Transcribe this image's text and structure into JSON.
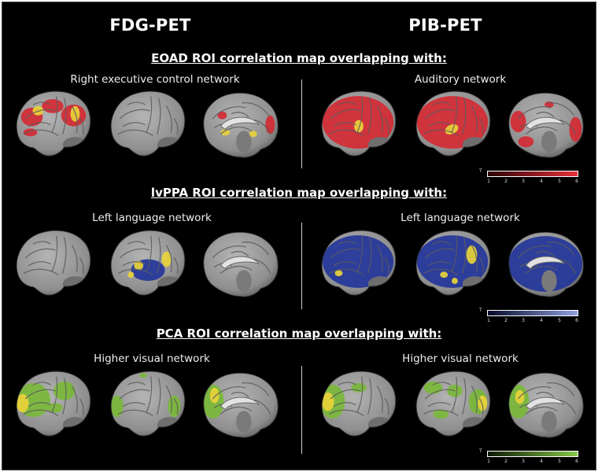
{
  "columns": {
    "left": "FDG-PET",
    "right": "PIB-PET"
  },
  "sections": [
    {
      "title": "EOAD ROI correlation map overlapping with:",
      "left_network": "Right executive control network",
      "right_network": "Auditory network",
      "overlay_color": "#d42a33",
      "colorbar": {
        "label": "T",
        "ticks": [
          "1",
          "2",
          "3",
          "4",
          "5",
          "6"
        ],
        "from": "#2a0406",
        "to": "#e8303a"
      }
    },
    {
      "title": "lvPPA ROI correlation map overlapping with:",
      "left_network": "Left language network",
      "right_network": "Left language network",
      "overlay_color": "#23359a",
      "colorbar": {
        "label": "T",
        "ticks": [
          "1",
          "2",
          "3",
          "4",
          "5",
          "6"
        ],
        "from": "#060a28",
        "to": "#8f9fe0"
      }
    },
    {
      "title": "PCA ROI correlation map overlapping with:",
      "left_network": "Higher visual network",
      "right_network": "Higher visual network",
      "overlay_color": "#79b83a",
      "colorbar": {
        "label": "T",
        "ticks": [
          "1",
          "2",
          "3",
          "4",
          "5",
          "6"
        ],
        "from": "#0d1a05",
        "to": "#86c84a"
      }
    }
  ],
  "overlap_color": "#e8d33a",
  "brain_color": "#8f8f8f"
}
